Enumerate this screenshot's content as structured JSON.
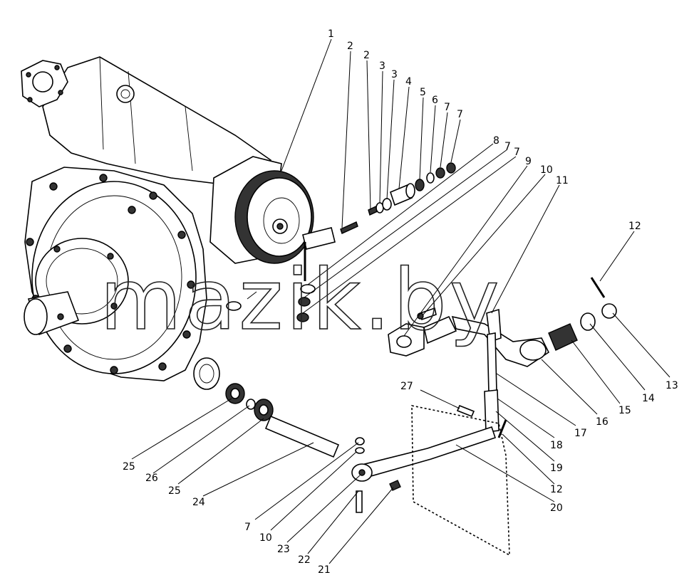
{
  "watermark": "mazik.by",
  "labels": [
    "1",
    "2",
    "2",
    "3",
    "3",
    "4",
    "5",
    "6",
    "7",
    "7",
    "8",
    "7",
    "7",
    "9",
    "10",
    "11",
    "12",
    "13",
    "14",
    "15",
    "16",
    "17",
    "18",
    "19",
    "12",
    "20",
    "27",
    "25",
    "26",
    "25",
    "24",
    "7",
    "10",
    "23",
    "22",
    "21"
  ]
}
